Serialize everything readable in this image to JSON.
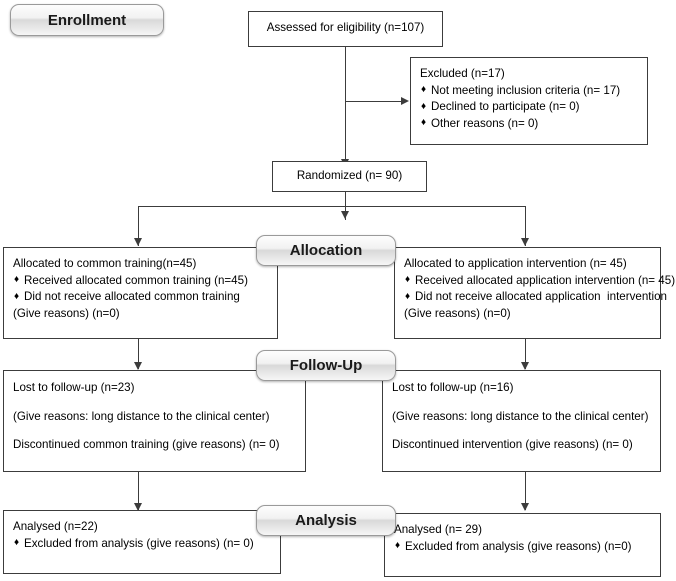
{
  "diagram": {
    "title": "CONSORT participant flow diagram",
    "stages": [
      {
        "key": "enrollment",
        "label": "Enrollment"
      },
      {
        "key": "allocation",
        "label": "Allocation"
      },
      {
        "key": "followup",
        "label": "Follow-Up"
      },
      {
        "key": "analysis",
        "label": "Analysis"
      }
    ],
    "boxes": {
      "assessed": {
        "name": "assessed-for-eligibility-box",
        "lines": [
          {
            "text": "Assessed for eligibility (n=107)",
            "bullet": false
          }
        ]
      },
      "excluded": {
        "name": "excluded-box",
        "lines": [
          {
            "text": "Excluded (n=17)",
            "bullet": false
          },
          {
            "text": "Not meeting inclusion criteria (n= 17)",
            "bullet": true
          },
          {
            "text": "Declined to participate (n= 0)",
            "bullet": true
          },
          {
            "text": "Other reasons (n= 0)",
            "bullet": true
          }
        ]
      },
      "randomized": {
        "name": "randomized-box",
        "lines": [
          {
            "text": "Randomized (n= 90)",
            "bullet": false
          }
        ]
      },
      "alloc_left": {
        "name": "allocation-common-training-box",
        "lines": [
          {
            "text": "Allocated to common training(n=45)",
            "bullet": false
          },
          {
            "text": "Received allocated common training (n=45)",
            "bullet": true
          },
          {
            "text": "Did not receive allocated common training",
            "bullet": true
          },
          {
            "text": "(Give reasons) (n=0)",
            "bullet": false
          }
        ]
      },
      "alloc_right": {
        "name": "allocation-application-intervention-box",
        "lines": [
          {
            "text": "Allocated to application intervention (n= 45)",
            "bullet": false
          },
          {
            "text": "Received allocated application intervention (n= 45)",
            "bullet": true
          },
          {
            "text": "Did not receive allocated application  intervention",
            "bullet": true
          },
          {
            "text": "(Give reasons) (n=0)",
            "bullet": false
          }
        ]
      },
      "follow_left": {
        "name": "followup-common-training-box",
        "lines": [
          {
            "text": "Lost to follow-up (n=23)",
            "bullet": false
          },
          {
            "text": "",
            "bullet": false
          },
          {
            "text": "(Give reasons: long distance to the clinical center)",
            "bullet": false
          },
          {
            "text": "",
            "bullet": false
          },
          {
            "text": "Discontinued common training (give reasons) (n= 0)",
            "bullet": false
          }
        ]
      },
      "follow_right": {
        "name": "followup-intervention-box",
        "lines": [
          {
            "text": "Lost to follow-up (n=16)",
            "bullet": false
          },
          {
            "text": "",
            "bullet": false
          },
          {
            "text": "(Give reasons: long distance to the clinical center)",
            "bullet": false
          },
          {
            "text": "",
            "bullet": false
          },
          {
            "text": "Discontinued intervention (give reasons) (n= 0)",
            "bullet": false
          }
        ]
      },
      "analysis_left": {
        "name": "analysis-common-training-box",
        "lines": [
          {
            "text": "Analysed (n=22)",
            "bullet": false
          },
          {
            "text": "Excluded from analysis (give reasons) (n= 0)",
            "bullet": true
          }
        ]
      },
      "analysis_right": {
        "name": "analysis-intervention-box",
        "lines": [
          {
            "text": "Analysed (n= 29)",
            "bullet": false
          },
          {
            "text": "Excluded from analysis (give reasons) (n=0)",
            "bullet": true
          }
        ]
      }
    },
    "bullet_glyph": "♦",
    "colors": {
      "line": "#3c3c3c",
      "box_border": "#3c3c3c",
      "pill_border": "#9a9a9a",
      "text": "#000000",
      "background": "#ffffff"
    }
  }
}
